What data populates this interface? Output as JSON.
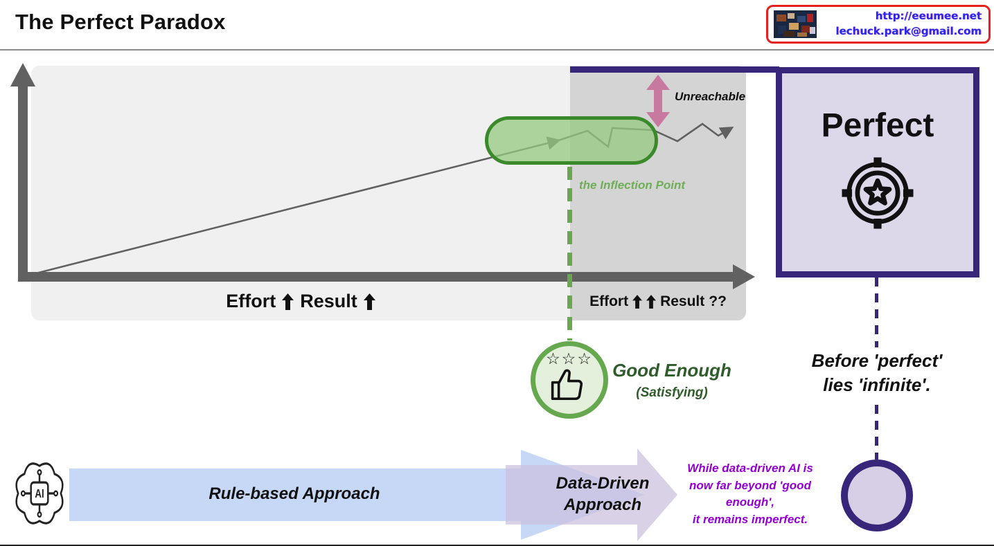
{
  "colors": {
    "accent-indigo": "#372679",
    "lavender": "#ddd7ea",
    "green-border": "#3a8a2c",
    "green-fill": "rgba(151,201,128,0.75)",
    "green-dash": "#6aa84f",
    "green-text": "#6fae57",
    "dark-green-text": "#2f5c2b",
    "circle-green": "#66a84e",
    "circle-green-fill": "#e4efdc",
    "pink": "#c8799f",
    "gray-axis": "#616161",
    "panel-light": "#f0f0f1",
    "panel-dark": "#d4d4d5",
    "blue-arrow": "#c7d8f6",
    "purple-arrow": "#cbc0de",
    "violet-text": "#9400d3",
    "logo-red": "#e62020",
    "logo-blue": "#2626f0"
  },
  "header": {
    "title": "The Perfect Paradox"
  },
  "logo": {
    "url": "http://eeumee.net",
    "email": "lechuck.park@gmail.com"
  },
  "chart": {
    "left_zone_label": {
      "effort": "Effort",
      "result": "Result"
    },
    "right_zone_label": {
      "effort": "Effort",
      "result": "Result",
      "question": "??"
    },
    "unreachable_label": "Unreachable",
    "inflection_label": "the Inflection Point"
  },
  "good_enough": {
    "stars": "☆☆☆",
    "title": "Good Enough",
    "subtitle": "(Satisfying)"
  },
  "perfect": {
    "label": "Perfect"
  },
  "quote": {
    "line1": "Before 'perfect'",
    "line2": "lies 'infinite'."
  },
  "approaches": {
    "rule_based": "Rule-based Approach",
    "data_driven_line1": "Data-Driven",
    "data_driven_line2": "Approach"
  },
  "note": {
    "lines": [
      "While data-driven AI is",
      "now far beyond 'good",
      "enough',",
      "it remains imperfect."
    ]
  },
  "icons": {
    "ai_chip_label": "AI"
  }
}
